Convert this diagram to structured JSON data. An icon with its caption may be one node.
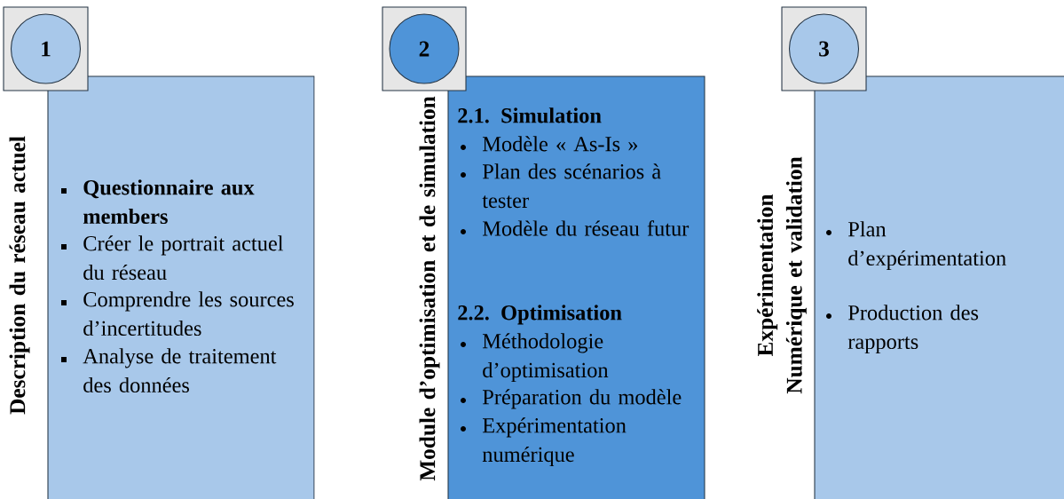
{
  "diagram": {
    "nodes": [
      {
        "text": [],
        "shape": "box"
      },
      {
        "text": [
          "1"
        ],
        "in": 0
      },
      {
        "text": [
          "Description du réseau actuel",
          "**Questionnaire aux members**",
          "Créer le portrait actuel du réseau",
          "Comprendre les sources d’incertitudes",
          "Analyse de traitement des données"
        ]
      },
      {
        "text": [],
        "shape": "box"
      },
      {
        "text": [
          "2"
        ],
        "in": 3
      },
      {
        "text": [
          "Module d’optimisation et de simulation",
          "**2.1. Simulation**",
          "Modèle « As-Is »",
          "Plan des scénarios à tester",
          "Modèle du réseau futur",
          "**2.2. Optimisation**",
          "Méthodologie d’optimisation",
          "Préparation du modèle",
          "Expérimentation numérique"
        ]
      },
      {
        "text": [],
        "shape": "box"
      },
      {
        "text": [
          "3"
        ],
        "in": 6
      },
      {
        "text": [
          "Expérimentation Numérique et validation",
          "Plan d’expérimentation",
          "Production des rapports"
        ]
      }
    ]
  }
}
